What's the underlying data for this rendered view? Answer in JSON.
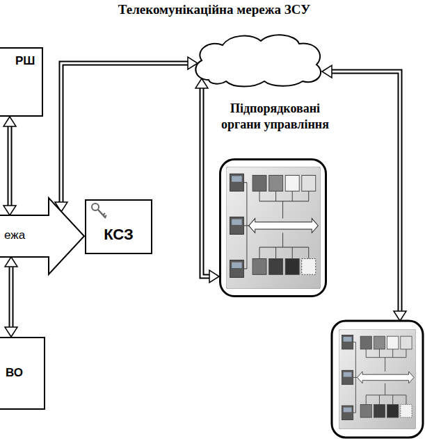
{
  "diagram": {
    "nodes": [
      {
        "text": [
          "Телекомунікаційна мережа ЗСУ"
        ]
      },
      {
        "text": [
          "РШ"
        ]
      },
      {
        "text": [
          "Підпорядковані органи управління"
        ]
      },
      {
        "text": [
          "ежа"
        ]
      },
      {
        "text": [
          "КСЗ"
        ]
      },
      {
        "text": [
          "ВО"
        ]
      }
    ],
    "edges": [
      {
        "from": 3,
        "to": 0,
        "arrow": "both"
      },
      {
        "from": 1,
        "to": 3,
        "arrow": "both"
      },
      {
        "from": 3,
        "to": 5,
        "arrow": "both"
      },
      {
        "from": 0,
        "to": 2,
        "arrow": "both"
      }
    ]
  }
}
